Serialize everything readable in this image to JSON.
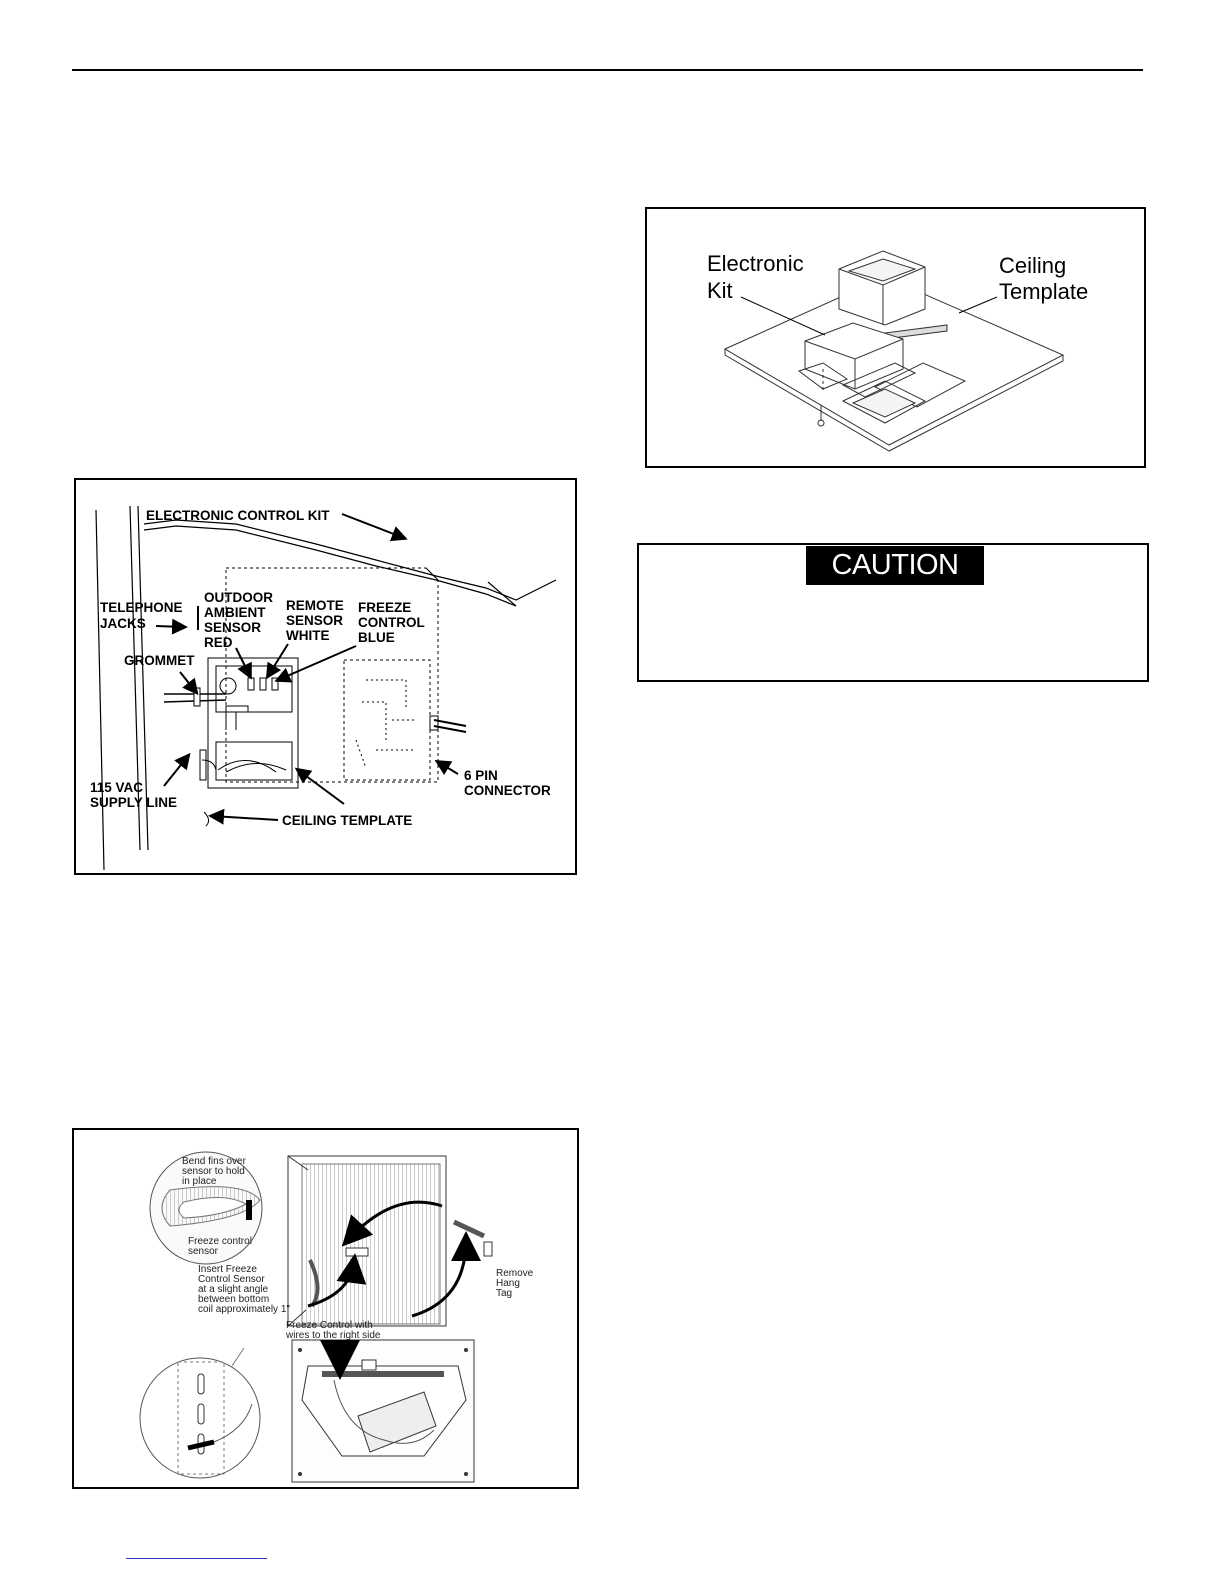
{
  "figure_control_kit": {
    "labels": {
      "electronic_control_kit": "ELECTRONIC CONTROL KIT",
      "telephone_jacks_1": "TELEPHONE",
      "telephone_jacks_2": "JACKS",
      "outdoor_1": "OUTDOOR",
      "outdoor_2": "AMBIENT",
      "outdoor_3": "SENSOR",
      "outdoor_4": "RED",
      "remote_1": "REMOTE",
      "remote_2": "SENSOR",
      "remote_3": "WHITE",
      "freeze_1": "FREEZE",
      "freeze_2": "CONTROL",
      "freeze_3": "BLUE",
      "grommet": "GROMMET",
      "vac_1": "115 VAC",
      "vac_2": "SUPPLY LINE",
      "pin_1": "6 PIN",
      "pin_2": "CONNECTOR",
      "ceiling_template": "CEILING TEMPLATE"
    }
  },
  "figure_freeze_sensor": {
    "labels": {
      "bend_1": "Bend fins over",
      "bend_2": "sensor to hold",
      "bend_3": "in place",
      "freeze_sensor_1": "Freeze control",
      "freeze_sensor_2": "sensor",
      "insert_1": "Insert Freeze",
      "insert_2": "Control Sensor",
      "insert_3": "at a slight angle",
      "insert_4": "between bottom",
      "insert_5": "coil approximately 1\"",
      "remove_1": "Remove",
      "remove_2": "Hang",
      "remove_3": "Tag",
      "wires_1": "Freeze Control with",
      "wires_2": "wires to the right side"
    }
  },
  "figure_ceiling_template": {
    "labels": {
      "electronic_1": "Electronic",
      "electronic_2": "Kit",
      "ceiling_1": "Ceiling",
      "ceiling_2": "Template"
    }
  },
  "caution": {
    "title": "CAUTION"
  }
}
